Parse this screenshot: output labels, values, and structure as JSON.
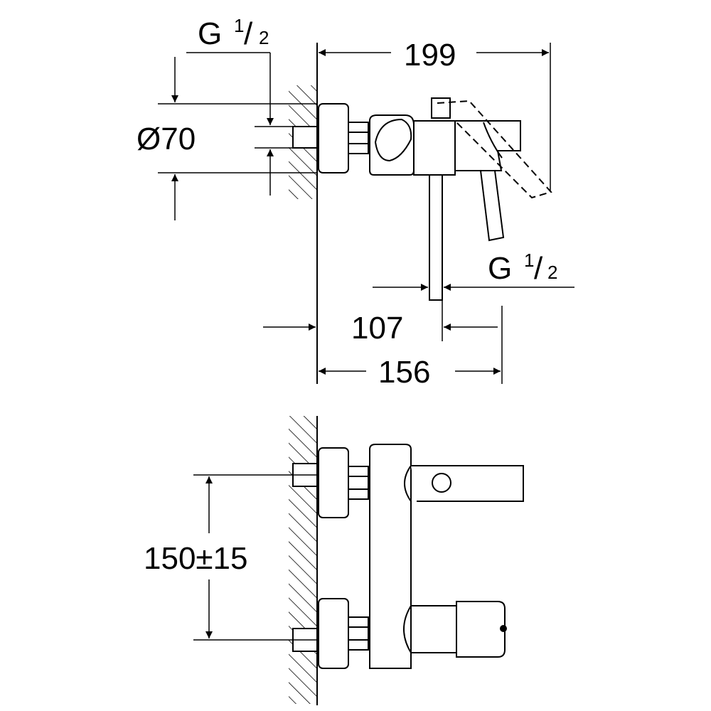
{
  "dimensions": {
    "overall_depth": "199",
    "depth_to_outlet": "107",
    "overall_depth_body": "156",
    "rosette_diameter": "Ø70",
    "inlet_thread": {
      "main": "G",
      "numerator": "1",
      "slash": "/",
      "denominator": "2"
    },
    "outlet_thread": {
      "main": "G",
      "numerator": "1",
      "slash": "/",
      "denominator": "2"
    },
    "inlet_spacing": "150±15"
  },
  "colors": {
    "line": "#000000",
    "background": "#ffffff"
  }
}
